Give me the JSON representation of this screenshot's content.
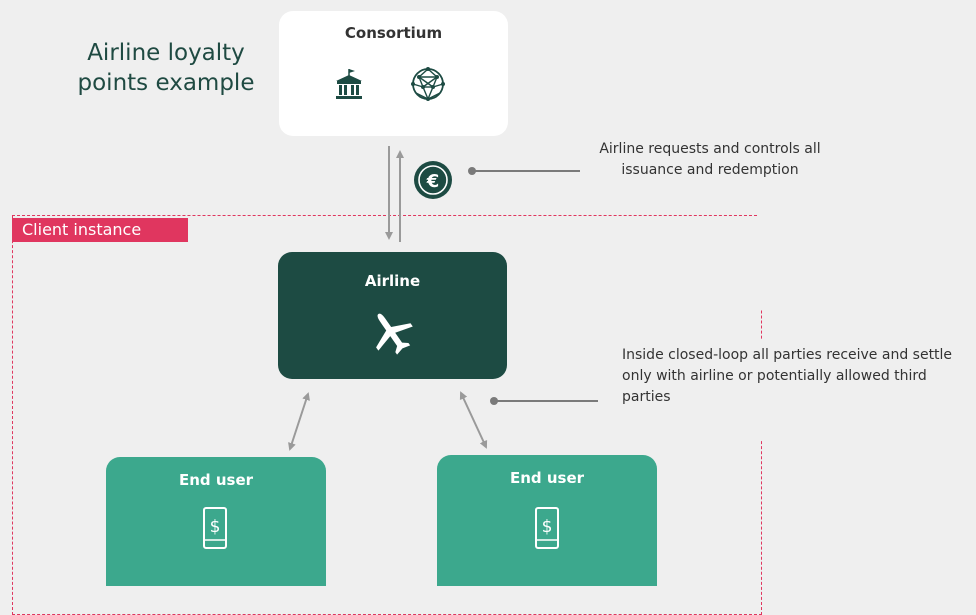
{
  "title": "Airline loyalty points example",
  "consortium": {
    "label": "Consortium"
  },
  "airline": {
    "label": "Airline"
  },
  "end_users": [
    {
      "label": "End user"
    },
    {
      "label": "End user"
    }
  ],
  "client_instance": {
    "label": "Client instance"
  },
  "notes": {
    "issuance": "Airline requests and controls all issuance and redemption",
    "closed_loop": "Inside closed-loop all parties receive and settle only with airline or potentially allowed third parties"
  },
  "icons": {
    "consortium_left": "bank-building-icon",
    "consortium_right": "network-sphere-icon",
    "token": "euro-coin-icon",
    "airline": "airplane-icon",
    "end_user": "smartphone-dollar-icon"
  },
  "colors": {
    "airline_box": "#1d4b43",
    "end_user_box": "#3ca88d",
    "client_instance": "#e0365f",
    "background": "#efefef"
  }
}
